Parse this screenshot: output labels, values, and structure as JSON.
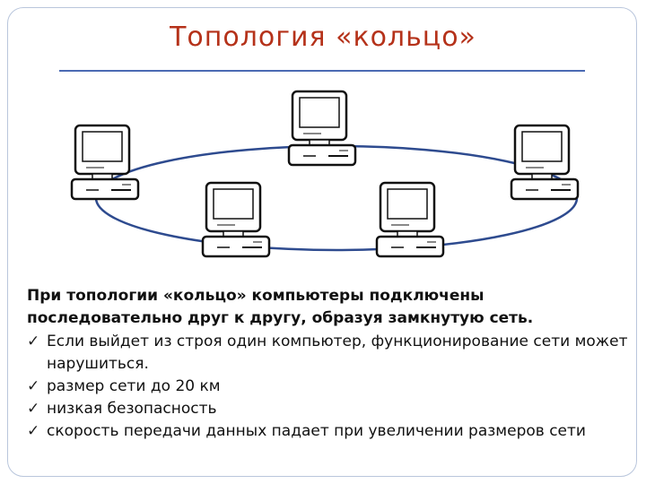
{
  "title": "Топология «кольцо»",
  "intro": "При топологии «кольцо» компьютеры подключены последовательно друг к другу, образуя замкнутую сеть.",
  "bullets": [
    {
      "icon": "check-icon",
      "text": "Если выйдет из строя один компьютер, функционирование сети может нарушиться."
    },
    {
      "icon": "check-icon",
      "text": "размер сети до 20 км"
    },
    {
      "icon": "check-icon",
      "text": "низкая безопасность"
    },
    {
      "icon": "check-icon",
      "text": "скорость передачи данных падает при увеличении размеров сети"
    }
  ],
  "diagram": {
    "nodes": [
      {
        "name": "computer-left"
      },
      {
        "name": "computer-bottom-left"
      },
      {
        "name": "computer-top-center"
      },
      {
        "name": "computer-bottom-right"
      },
      {
        "name": "computer-right"
      }
    ],
    "colors": {
      "ring": "#2e4b8f",
      "title": "#b5321a",
      "rule": "#4a6ab3"
    }
  }
}
